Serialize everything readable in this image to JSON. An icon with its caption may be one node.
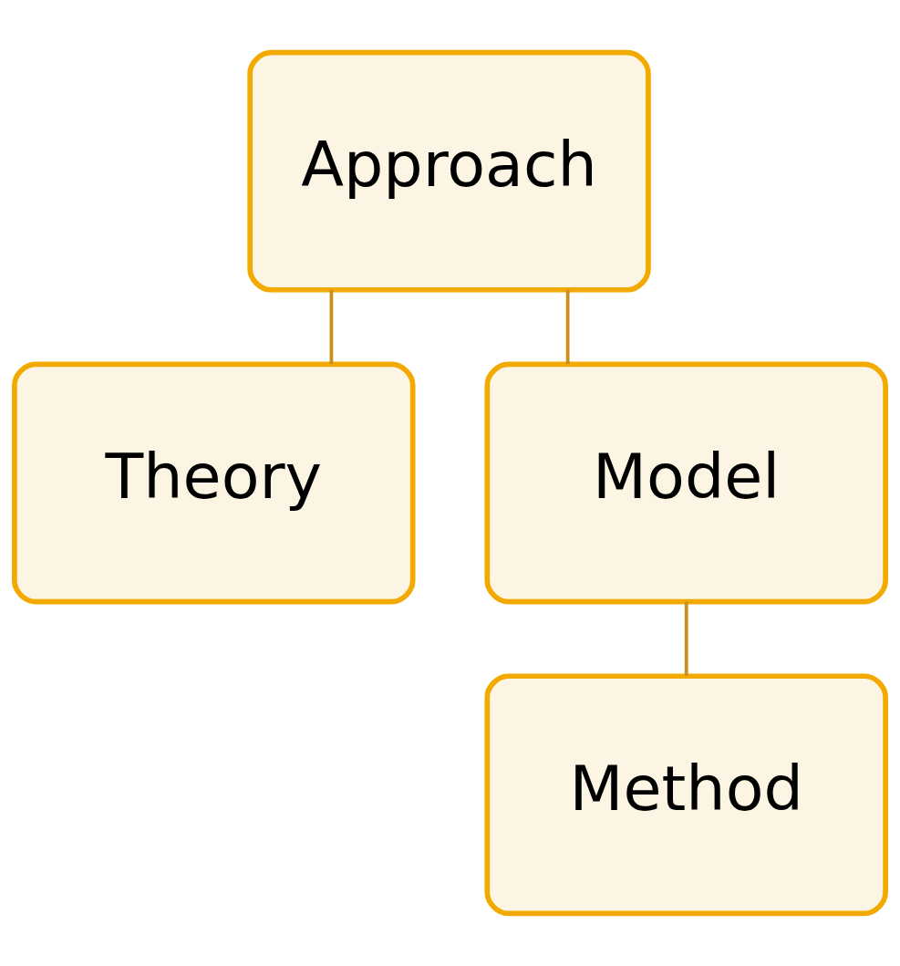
{
  "diagram": {
    "nodes": [
      {
        "text": [
          "Approach"
        ]
      },
      {
        "text": [
          "Theory"
        ]
      },
      {
        "text": [
          "Model"
        ]
      },
      {
        "text": [
          "Method"
        ]
      }
    ],
    "edges": [
      {
        "from": 0,
        "to": 1,
        "arrow": "none"
      },
      {
        "from": 0,
        "to": 2,
        "arrow": "none"
      },
      {
        "from": 2,
        "to": 3,
        "arrow": "none"
      }
    ]
  }
}
